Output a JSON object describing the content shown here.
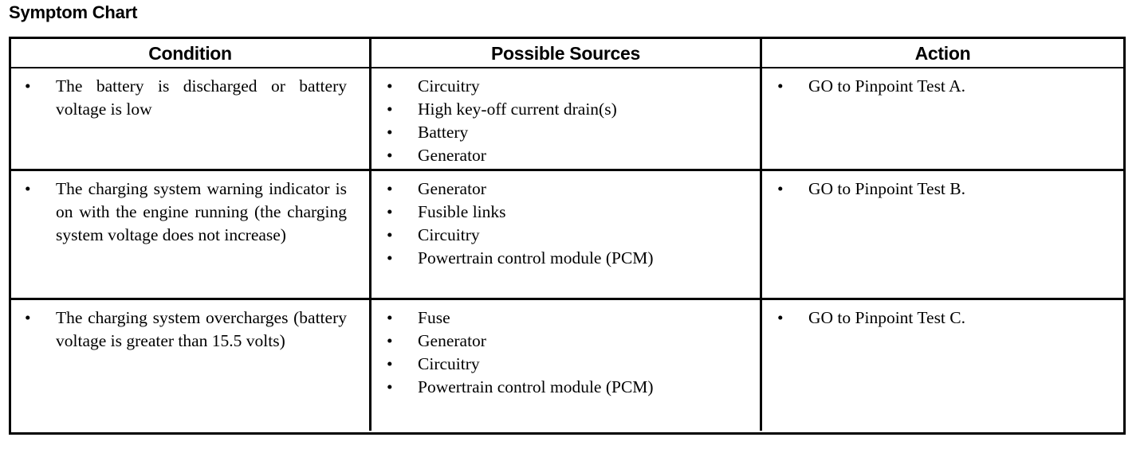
{
  "page_title": "Symptom Chart",
  "table": {
    "columns": [
      {
        "key": "condition",
        "label": "Condition"
      },
      {
        "key": "sources",
        "label": "Possible Sources"
      },
      {
        "key": "action",
        "label": "Action"
      }
    ],
    "bullet_glyph": "•",
    "rows": [
      {
        "condition": [
          "The battery is discharged or battery voltage is low"
        ],
        "sources": [
          "Circuitry",
          "High key-off current drain(s)",
          "Battery",
          "Generator"
        ],
        "action": [
          "GO to Pinpoint Test A."
        ]
      },
      {
        "condition": [
          "The charging system warning indicator is on with the engine running (the charging system voltage does not increase)"
        ],
        "sources": [
          "Generator",
          "Fusible links",
          "Circuitry",
          "Powertrain control module (PCM)"
        ],
        "action": [
          "GO to Pinpoint Test B."
        ]
      },
      {
        "condition": [
          "The charging system overcharges (battery voltage is greater than 15.5 volts)"
        ],
        "sources": [
          "Fuse",
          "Generator",
          "Circuitry",
          "Powertrain control module (PCM)"
        ],
        "action": [
          "GO to Pinpoint Test C."
        ]
      }
    ]
  },
  "colors": {
    "ink": "#000000",
    "paper": "#ffffff"
  }
}
